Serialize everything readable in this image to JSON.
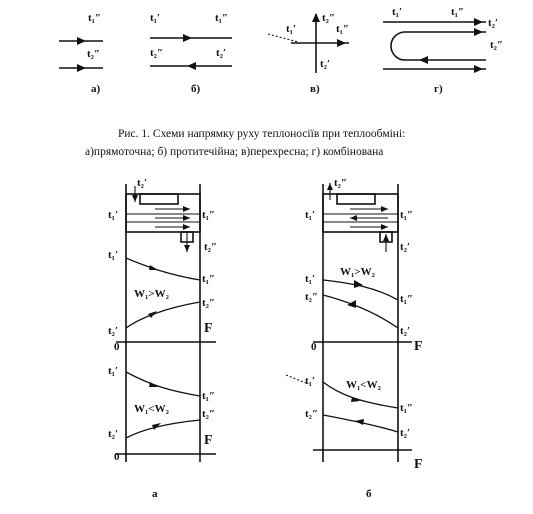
{
  "top_schemes": {
    "a": {
      "label": "а)",
      "t1_out": "t₁″",
      "t2_out": "t₂″"
    },
    "b": {
      "label": "б)",
      "t1_in": "t₁′",
      "t1_out": "t₁″",
      "t2_out": "t₂″",
      "t2_in": "t₂′"
    },
    "v": {
      "label": "в)",
      "t1_in": "t₁′",
      "t1_out": "t₁″",
      "t2_in": "t₂′",
      "t2_out": "t₂″"
    },
    "g": {
      "label": "г)",
      "t1_in": "t₁′",
      "t1_out": "t₁″",
      "t2_in": "t₂′",
      "t2_out": "t₂″"
    }
  },
  "caption": {
    "line1": "Рис. 1. Схеми напрямку руху теплоносіїв при теплообміні:",
    "line2": "а)прямоточна; б) протитечійна; в)перехресна; г) комбінована"
  },
  "diagram_a": {
    "label": "а",
    "t2_in_top": "t₂′",
    "t1_in": "t₁′",
    "t1_out": "t₁″",
    "t2_out_top": "t₂″",
    "upper": {
      "t1_start": "t₁′",
      "t1_end": "t₁″",
      "t2_start": "t₂′",
      "t2_end": "t₂″",
      "condition": "W₁>W₂",
      "axis_f": "F",
      "zero": "0"
    },
    "lower": {
      "t1_start": "t₁′",
      "t1_end": "t₁″",
      "t2_start": "t₂′",
      "t2_end": "t₂″",
      "condition": "W₁<W₂",
      "axis_f": "F",
      "zero": "0"
    }
  },
  "diagram_b": {
    "label": "б",
    "t2_out_top": "t₂″",
    "t1_in": "t₁′",
    "t1_out": "t₁″",
    "t2_in_side": "t₂′",
    "upper": {
      "t1_start": "t₁′",
      "t1_end": "t₁″",
      "t2_start": "t₂″",
      "t2_end": "t₂′",
      "condition": "W₁>W₂",
      "axis_f": "F",
      "zero": "0"
    },
    "lower": {
      "t1_start": "t₁′",
      "t1_end": "t₁″",
      "t2_start": "t₂″",
      "t2_end": "t₂′",
      "condition": "W₁<W₂",
      "axis_f": "F"
    }
  }
}
